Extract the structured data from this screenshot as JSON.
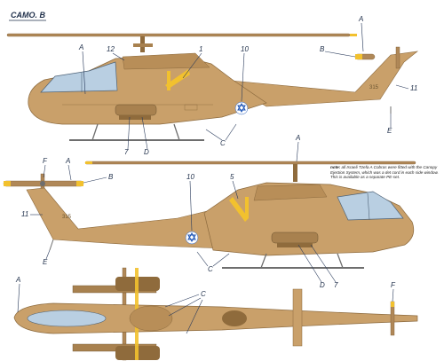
{
  "scheme_title": "CAMO. B",
  "note": {
    "heading": "note:",
    "text": "all Israeli Tzefa A Cobras were fitted with the Canopy Ejection System, which was a det cord in each side window. This is available as a separate PE-set."
  },
  "tail_codes": [
    "315",
    "315"
  ],
  "callouts": {
    "A": "A",
    "B": "B",
    "C": "C",
    "D": "D",
    "E": "E",
    "F": "F",
    "n1": "1",
    "n5": "5",
    "n7": "7",
    "n10": "10",
    "n11": "11",
    "n12": "12"
  },
  "colors": {
    "sand": "#c9a06a",
    "sand_dark": "#a8814f",
    "panel_line": "#8c6a3e",
    "canopy": "#b9cfe2",
    "rotor_grey": "#b08858",
    "blade_tip_yellow": "#f2c12e",
    "stripe_yellow": "#f2c12e",
    "roundel_blue": "#1d55b8",
    "skid": "#6e6e6e"
  }
}
